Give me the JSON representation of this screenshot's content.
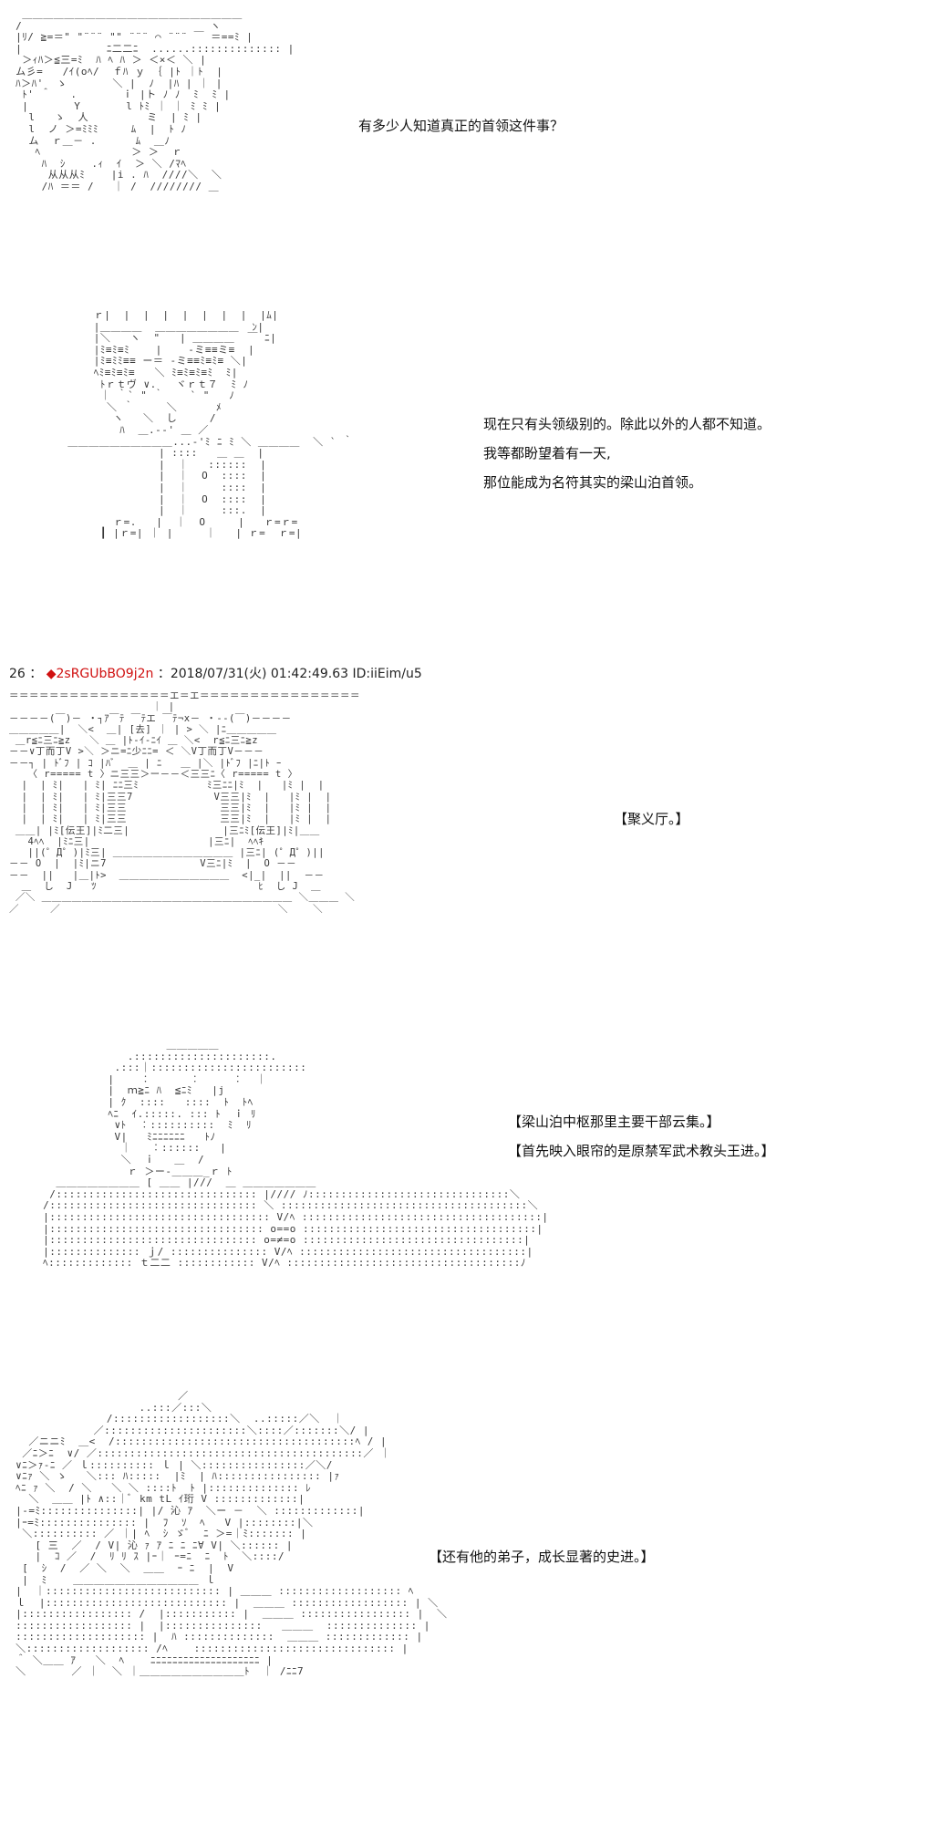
{
  "panel1": {
    "text": "有多少人知道真正的首领这件事？"
  },
  "panel2": {
    "lines": [
      "现在只有头领级别的。除此以外的人都不知道。",
      "我等都盼望着有一天,",
      "那位能成为名符其实的梁山泊首领。"
    ]
  },
  "post_header": {
    "number": "26",
    "separator": "：",
    "trip": "◆2sRGUbBO9j2n",
    "date": "：2018/07/31(火) 01:42:49.63 ID:iiEim/u5"
  },
  "panel3": {
    "text": "【聚义厅。】"
  },
  "panel4": {
    "lines": [
      "【梁山泊中枢那里主要干部云集。】",
      "【首先映入眼帘的是原禁军武术教头王进。】"
    ]
  },
  "panel5": {
    "text": "【还有他的弟子，成长显著的史进。】"
  },
  "art": {
    "face1": "  ＿＿＿＿＿＿＿＿＿＿＿＿＿＿＿＿＿＿＿＿＿ \n /                             ヽ\n |ﾘ/ ≧=＝\" \"¨¨¨ \"\" ¨¨¨ ⌒ ¨¨¨ ￣ ＝==ﾐ |\n |             ﾆ二二ﾆ  ......:::::::::::::: |\n  ＞ｨﾊ＞≦三=ﾐ  ﾊ ﾍ ﾊ ＞ ＜×＜ ＼ |\n ム彡=   /ｲ(oﾍ/  ｆﾊ ｙ ｛ |ﾄ ｜ﾄ  |\n ﾊ＞ﾊ'  ゝ       ＼ |  ﾉ  |ﾊ | ｜ |\n  ﾄ' ＾   .       ｉ |ト ﾉ ﾉ  ﾐ  ﾐ |\n  |       Y       l ﾄﾐ ｜ ｜ ﾐ ﾐ |\n   l   ゝ  人         ミ  | ﾐ | \n   l  ノ ＞=ﾐﾐﾐ     ﾑ  |  ﾄ ﾉ  \n   ム  ｒ＿－ .      ﾑ  ＿ﾉ  \n    ﾍ              ＞ ＞  ｒ        \n     ﾊ  ｼ    .ｨ  ｲ  ＞ ＼ /ﾏﾍ    \n      从从从ﾐ    |i . ﾊ  ////＼  ＼ \n     /ﾊ ＝＝ /   ｜ /  //////// ＿ \n",
    "face2": "      ｒ|  |  |  |  |  |  |  |  |ﾑ|\n      |＿＿＿＿  ＿＿＿＿＿＿＿＿  ﾝ|\n      |＼   ヽ  \"   | ＿＿＿＿  ￣ ﾆ|\n      |ﾐ≡ﾐ≡ﾐ    |    -ミ≡≡ミ≡  |\n      |ﾐ≡ﾐﾐ≡≡ ー＝ -ミ≡≡ﾐ≡ﾐ≡ ＼|\n      ﾍﾐ≡ﾐ≡ﾐ≡   ＼ ﾐ≡ﾐ≡ﾐ≡ﾐ  ﾐ|\n       ﾄｒｔヴ ∨.   ヾｒｔ７  ﾐ ﾉ\n       ｜ ｀` \" ｀    ` \"   ﾉ \n        ＼ ｀     ＼      ﾒ  \n         ヽ   ＼  し     /  \n          ﾊ  ＿.--' ＿ ／ \n  ＿＿＿＿＿＿＿＿＿＿...-'ﾐ ﾆ ﾐ ＼ ＿＿＿＿  ＼ ` ｀ \n                | ::::   ＿ ＿  |       \n                |  ｜   ::::::  |      \n                |  ｜  O  ::::  |     \n                |  ｜     ::::  |    \n                |  ｜  O  ::::  |    \n                |  ｜     :::.  |  \n         ｒ=.   |  ｜  O     |   ｒ=ｒ=   \n       ┃ |ｒ=| ｜ |     ｜   | ｒ=  ｒ=|\n",
    "hall": "＝＝＝＝＝＝＝＝＝＝＝＝＝＝＝＝エ＝エ＝＝＝＝＝＝＝＝＝＝＝＝＝＝＝＝\n                       ｜ |\n－－－－(￣)－ ・┐ｱ￣ﾃ ￣ﾃエ ￣ﾃ¬x－ ・-‐(￣)－－－－\n＿＿＿＿＿|  ＼<  ＿| [去] ｜ | > ＼ |ﾆ＿＿＿＿＿\n ＿r≦ﾆ三ﾆ≧z   ＼ ＿ |ﾄ-ｲ-ﾆｲ ＿ ＼<  r≦ﾆ三ﾆ≧z\n－－∨丁而丁V >＼ ＞ニ=ﾆ少ﾆﾆ= ＜ ＼V丁而丁V－－－\n－－┐ | ﾄﾞﾌ | ｺ |ﾊﾞ  ＿ | ﾆ   ＿ |＼ |ﾄﾞﾌ |ﾆ|ﾄ ｰ\n   〈 r===== t 〉ニ三三＞ー－－＜三三ﾆ〈 r===== t 〉\n  |  | ﾐ|   | ﾐ| ﾆﾆ三ﾐ           ﾐ三ﾆﾆ|ﾐ  |   |ﾐ |  |\n  |  | ﾐ|   | ﾐ|三三7             V三三|ﾐ  |   |ﾐ |  |\n  |  | ﾐ|   | ﾐ|三三               三三|ﾐ  |   |ﾐ |  |\n  |  | ﾐ|   | ﾐ|三三               三三|ﾐ  |   |ﾐ |  |\n ＿＿| |ﾐ[伝王]|ﾐ二三|               |三ﾆﾐ[伝王]|ﾐ|＿＿\n   4ﾍﾍ  |ﾐﾆ三|                   |三ﾆ|  ﾍﾍｷ\n   ||(゜Д゜)|ﾐ三| ＿＿＿＿＿＿＿＿＿＿＿＿ |三ﾆ| (゜Д゜)||\n－－ O  |  |ﾐ|ニ7               V三ﾆ|ﾐ  |  O －－\n－－  ||   |＿|ﾄ>  ＿＿＿＿＿＿＿＿＿＿＿  <|_|  ||  －－\n  ＿  し  J   ﾂ                          ﾋ  し J  ＿\n ／＼ ＿＿＿＿＿＿＿＿＿＿＿＿＿＿＿＿＿＿＿＿＿＿＿＿＿ ＼＿＿＿ ＼\n／     ／                                   ＼    ＼\n",
    "face3": "                    ＿＿＿＿＿\n              .:::::::::::::::::::::.\n            .:::｜::::::::::::::::::::::::\n           |    ︰      ︰     ︰  ｜\n           |  ｍ≧ﾆ ﾊ  ≦ﾆﾐ   |j\n           | ｸ  ::::   ::::  ﾄ  ﾄﾍ\n           ﾍﾆ  ｲ.:::::. ::: ﾄ  ｉ ﾘ\n            ∨ﾄ  ︰::::::::::  ﾐ  ﾘ\n            V|   ﾐﾆﾆﾆﾆﾆﾆ   ﾄﾉ\n             ｜   ︰::::::   |\n             ＼  ｉ   ＿  /\n              ｒ ＞ー-＿＿＿_ｒ ﾄ\n   ＿＿＿＿＿＿＿＿ [ ＿＿ |///  ＿ ＿＿＿＿＿＿＿\n  /::::::::::::::::::::::::::::::: |//// ﾉ:::::::::::::::::::::::::::::::＼\n /:::::::::::::::::::::::::::::::: ＼ ::::::::::::::::::::::::::::::::::::::＼\n |:::::::::::::::::::::::::::::::::: V/ﾍ :::::::::::::::::::::::::::::::::::::|\n |::::::::::::::::::::::::::::::::: o==o ::::::::::::::::::::::::::::::::::::|\n |:::::::::::::::::::::::::::::::: o=≠=o ::::::::::::::::::::::::::::::::::|\n |:::::::::::::: ｊ/ ::::::::::::::: V/ﾍ :::::::::::::::::::::::::::::::::::|\n ﾍ::::::::::::: ｔ二二 :::::::::::: V/ﾍ ::::::::::::::::::::::::::::::::::::ﾉ\n",
    "warrior": "                          ／\n                    ..:::／:::＼\n               /::::::::::::::::::＼  ..:::::／＼  ｜\n             ／::::::::::::::::::::::＼::::／:::::::＼/ |\n   ／ニニﾐ  ＿<  /:::::::::::::::::::::::::::::::::::::ﾍ / |\n  ／ﾆ＞ﾆ  ∨/ ／:::::::::::::::::::::::::::::::::::::::::／ ｜\n ∨ﾆ＞ｧ-ﾆ ／ ｌ:::::::::: ｌ | ＼::::::::::::::::／＼/\n ∨ﾆｧ ＼ ゝ   ＼::: ﾊ:::::  |ﾐ  | ﾊ:::::::::::::::: |ｧ\n ﾍﾆ ｧ ＼  / ＼   ＼ ＼ ::::ﾄ  ﾄ |:::::::::::::: ﾚ\n   ＼  ＿＿ |ﾄ ∧::｜ﾞ km tL ｲ珩 V :::::::::::::|\n |-=ﾐ:::::::::::::::| |/ 沁 ｱ  ＼ー －  ＼ :::::::::::::|\n |ｰ=ﾐ::::::::::::::: |  ﾌ  ｿ  ﾍ   V |::::::::|＼\n  ＼:::::::::: ／ ｜| ﾍ  ｼ ゞﾞ  ﾆ ＞=｜ﾐ::::::: |\n    [ 三  ／  / V| 沁 ｧ ｱ ﾆ ﾆ ﾆ∀ V| ＼:::::: |\n    |  ｺ ／  /  ﾘ ﾘ ｽ |ｰ｜ ｰ=ﾆ  ﾆ  ﾄ  ＼::::/\n  [  ｼ  /  ／ ＼  ＼  ＿＿  ｰ ﾆ  |  V\n  |  ﾐ    ＿＿＿＿＿＿＿＿＿＿＿＿ ｌ\n |  ｜::::::::::::::::::::::::::: | ＿＿＿ ::::::::::::::::::: ﾍ\n ｌ  |:::::::::::::::::::::::::::: |  ＿＿＿ :::::::::::::::::: | ＼\n |::::::::::::::::: /  |::::::::::: |  ＿＿＿ ::::::::::::::::: |  ＼\n :::::::::::::::::: |  |:::::::::::::::   ＿＿＿  :::::::::::::: |\n :::::::::::::::::::: |  ﾊ ::::::::::::::  ＿＿＿ ::::::::::::: |\n ＼::::::::::::::::::: /ﾍ    ::::::::::::::::::::::::::::::: |\n ＾ ＼＿＿ ｱ   ＼  ﾍ    ﾆﾆﾆﾆﾆﾆﾆﾆﾆﾆﾆﾆﾆﾆﾆﾆﾆﾆﾆﾆ |\n ＼       ／ ｜  ＼ ｜＿＿＿＿＿＿＿＿＿＿ﾄ  ｜ /ﾆﾆ7\n"
  }
}
